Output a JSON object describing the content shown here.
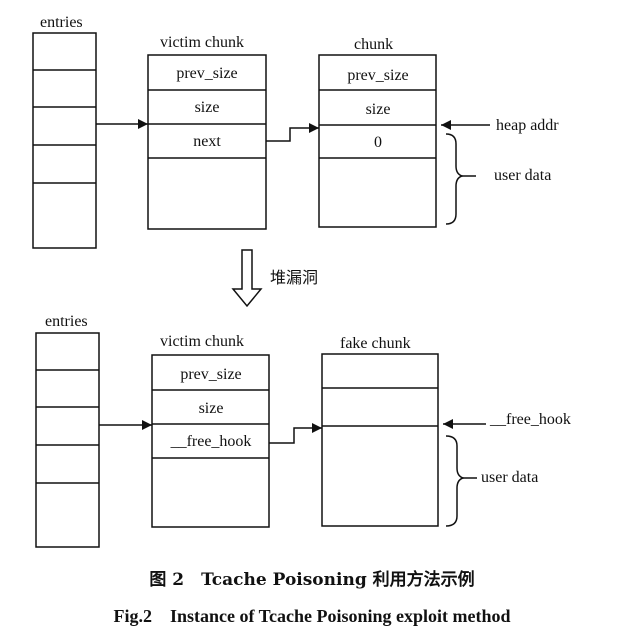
{
  "top": {
    "entries_label": "entries",
    "victim_title": "victim chunk",
    "victim_fields": [
      "prev_size",
      "size",
      "next"
    ],
    "chunk_title": "chunk",
    "chunk_fields": [
      "prev_size",
      "size",
      "0"
    ],
    "heap_addr_label": "heap addr",
    "user_data_label": "user data"
  },
  "transition_label": "堆漏洞",
  "bottom": {
    "entries_label": "entries",
    "victim_title": "victim chunk",
    "victim_fields": [
      "prev_size",
      "size",
      "__free_hook"
    ],
    "fake_title": "fake chunk",
    "free_hook_label": "__free_hook",
    "user_data_label": "user data"
  },
  "caption": {
    "cn": "图 2　Tcache Poisoning 利用方法示例",
    "en": "Fig.2　Instance of Tcache Poisoning exploit method"
  }
}
